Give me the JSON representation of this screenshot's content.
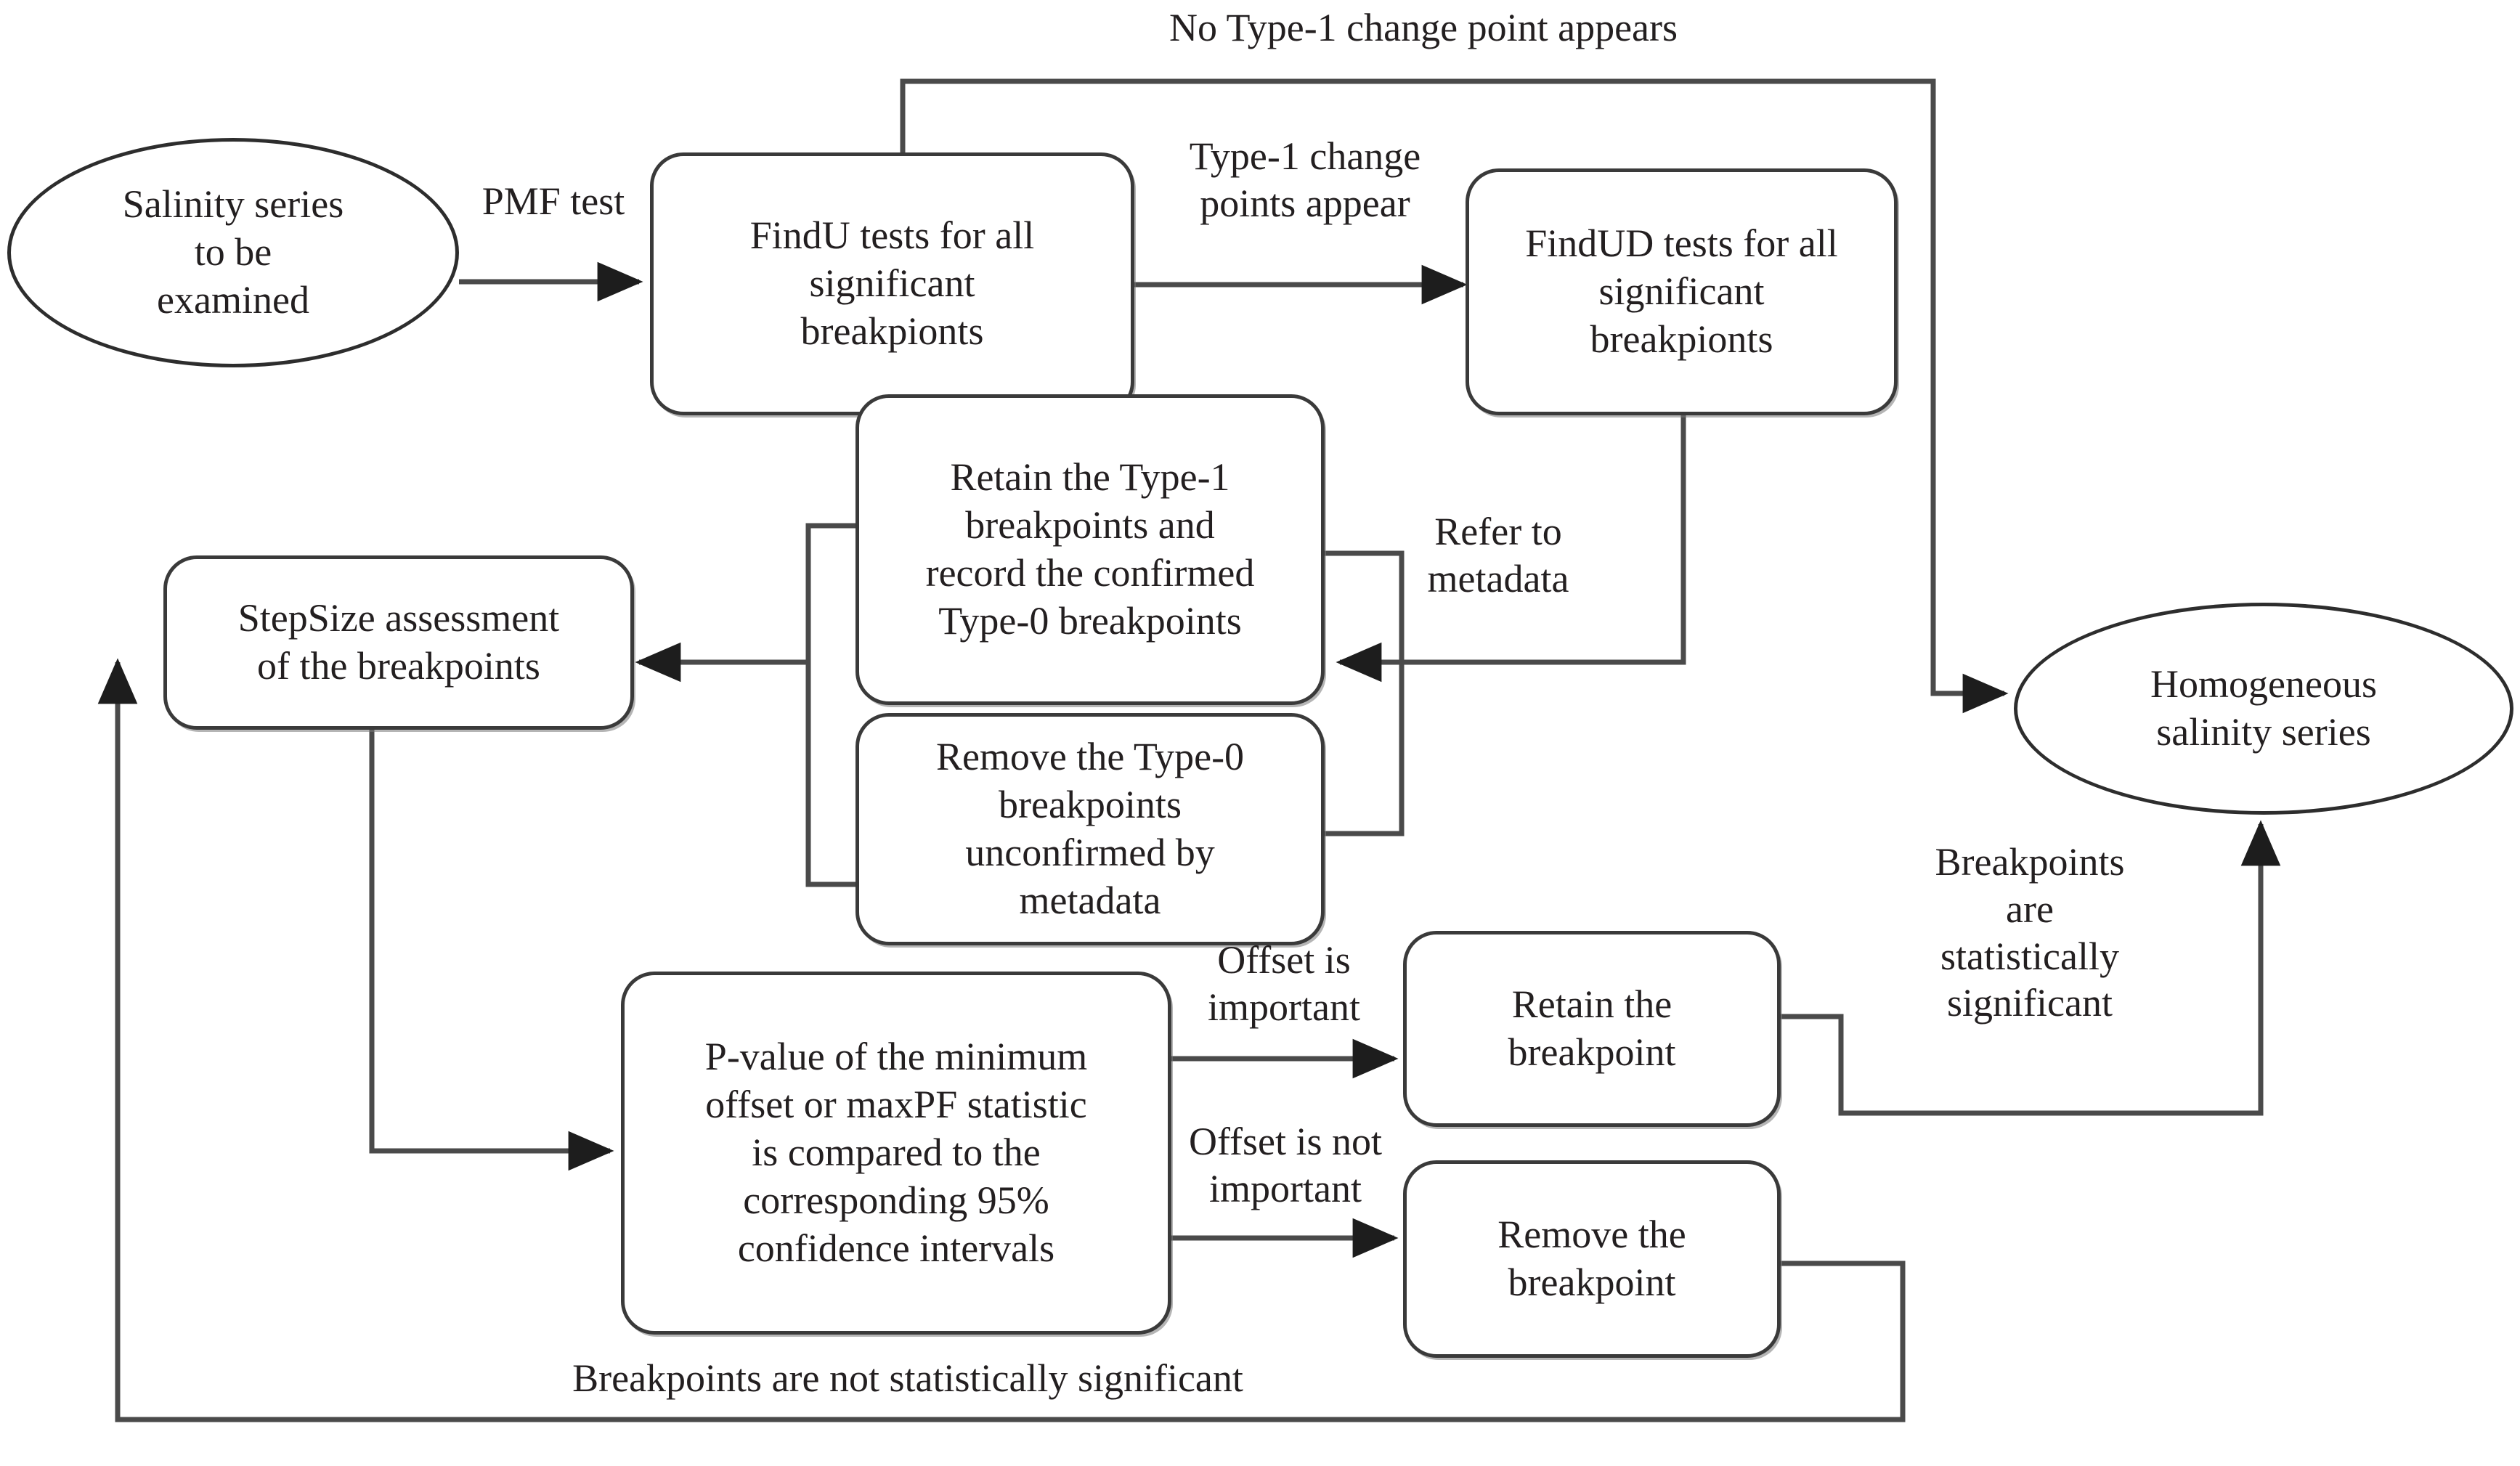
{
  "diagram": {
    "title": "Salinity series homogenization flowchart",
    "stroke_color": "#3a3a3a",
    "text_color": "#231f20",
    "background": "#ffffff"
  },
  "nodes": {
    "start_ellipse": {
      "label": "Salinity series\nto be\nexamined",
      "shape": "ellipse"
    },
    "findu_box": {
      "label": "FindU tests for all\nsignificant\nbreakpionts",
      "shape": "rounded-rect"
    },
    "findud_box": {
      "label": "FindUD tests for all\nsignificant\nbreakpionts",
      "shape": "rounded-rect"
    },
    "retain_type1_box": {
      "label": "Retain the Type-1\nbreakpoints and\nrecord the confirmed\nType-0 breakpoints",
      "shape": "rounded-rect"
    },
    "remove_type0_box": {
      "label": "Remove the Type-0\nbreakpoints\nunconfirmed by\nmetadata",
      "shape": "rounded-rect"
    },
    "stepsize_box": {
      "label": "StepSize assessment\nof the breakpoints",
      "shape": "rounded-rect"
    },
    "pvalue_box": {
      "label": "P-value of the minimum\noffset or maxPF statistic\nis compared to the\ncorresponding 95%\nconfidence intervals",
      "shape": "rounded-rect"
    },
    "retain_breakpoint_box": {
      "label": "Retain the\nbreakpoint",
      "shape": "rounded-rect"
    },
    "remove_breakpoint_box": {
      "label": "Remove the\nbreakpoint",
      "shape": "rounded-rect"
    },
    "end_ellipse": {
      "label": "Homogeneous\nsalinity series",
      "shape": "ellipse"
    }
  },
  "edge_labels": {
    "pmf_test": "PMF test",
    "no_type1": "No Type-1 change point appears",
    "type1_appear": "Type-1 change\npoints appear",
    "refer_metadata": "Refer to\nmetadata",
    "offset_important": "Offset is\nimportant",
    "offset_not_important": "Offset is not\nimportant",
    "bp_significant": "Breakpoints\nare\nstatistically\nsignificant",
    "bp_not_significant": "Breakpoints are not statistically significant"
  }
}
